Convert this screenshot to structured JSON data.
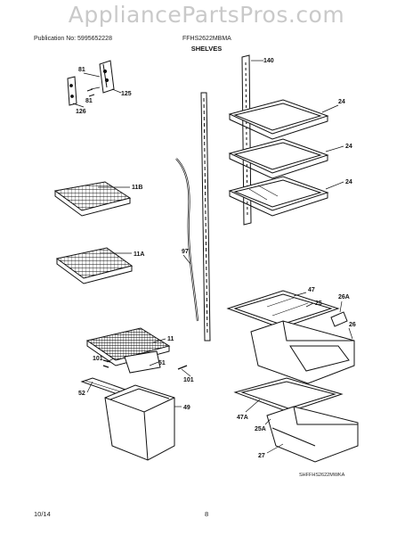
{
  "watermark": "AppliancePartsPros.com",
  "header": {
    "publication": "Publication No: 5995652228",
    "model": "FFHS2622MBMA"
  },
  "section_title": "SHELVES",
  "callouts": {
    "c140": "140",
    "c24a": "24",
    "c24b": "24",
    "c24c": "24",
    "c81a": "81",
    "c81b": "81",
    "c125": "125",
    "c126": "126",
    "c11b": "11B",
    "c11a": "11A",
    "c97": "97",
    "c47": "47",
    "c25": "25",
    "c26a": "26A",
    "c26": "26",
    "c11": "11",
    "c101a": "101",
    "c51": "51",
    "c101b": "101",
    "c52": "52",
    "c49": "49",
    "c47a": "47A",
    "c25a": "25A",
    "c27": "27"
  },
  "diagram_code": "SHFFHS2622MWKA",
  "footer": {
    "date": "10/14",
    "page": "8"
  }
}
